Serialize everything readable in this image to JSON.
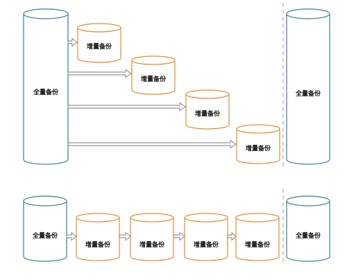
{
  "colors": {
    "full_stroke": "#2f7f8f",
    "incremental_stroke": "#e8892f",
    "arrow_stroke": "#7a7a7a",
    "divider": "#9aa5ad"
  },
  "labels": {
    "full_backup": "全量备份",
    "incremental_backup": "增量备份"
  },
  "top_section": {
    "full_left": "全量备份",
    "incrementals": [
      "增量备份",
      "增量备份",
      "增量备份",
      "增量备份"
    ],
    "full_right": "全量备份"
  },
  "bottom_section": {
    "full_left": "全量备份",
    "incrementals": [
      "增量备份",
      "增量备份",
      "增量备份",
      "增量备份"
    ],
    "full_right": "全量备份"
  }
}
